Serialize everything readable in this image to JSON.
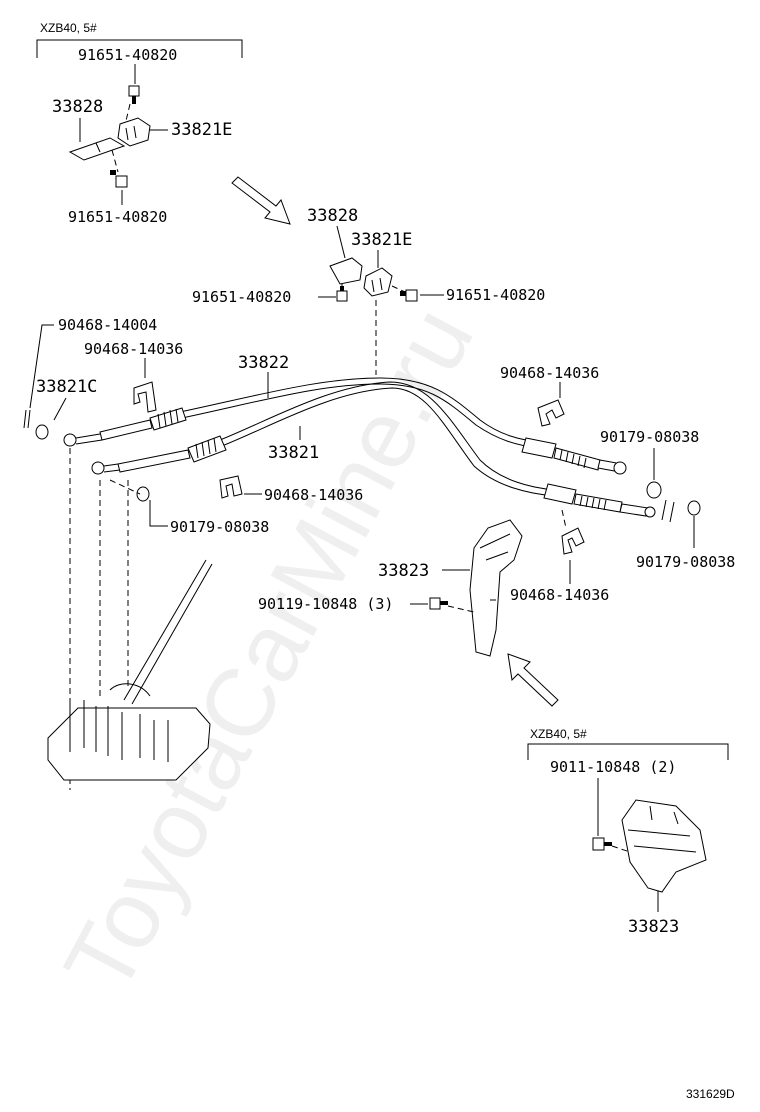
{
  "figure_id": "331629D",
  "watermark": "ToyotaCarMine.ru",
  "note_top": "XZB40, 5#",
  "note_bottom": "XZB40, 5#",
  "labels": {
    "bolt_top_upper": "91651-40820",
    "bracket_top": "33828",
    "retainer_top": "33821E",
    "bolt_top_lower": "91651-40820",
    "bracket_mid": "33828",
    "retainer_mid": "33821E",
    "bolt_mid_left": "91651-40820",
    "bolt_mid_right": "91651-40820",
    "clip_left_top": "90468-14004",
    "clip_left": "90468-14036",
    "cotter_left": "33821C",
    "cable_upper": "33822",
    "cable_lower": "33821",
    "clip_right_top": "90468-14036",
    "washer_right_top": "90179-08038",
    "clip_lower_mid": "90468-14036",
    "washer_left": "90179-08038",
    "washer_right_bottom": "90179-08038",
    "bracket_support": "33823",
    "bolt_support": "90119-10848 (3)",
    "clip_right_bottom": "90468-14036",
    "bolt_support_alt": "9011-10848 (2)",
    "bracket_support_alt": "33823"
  }
}
